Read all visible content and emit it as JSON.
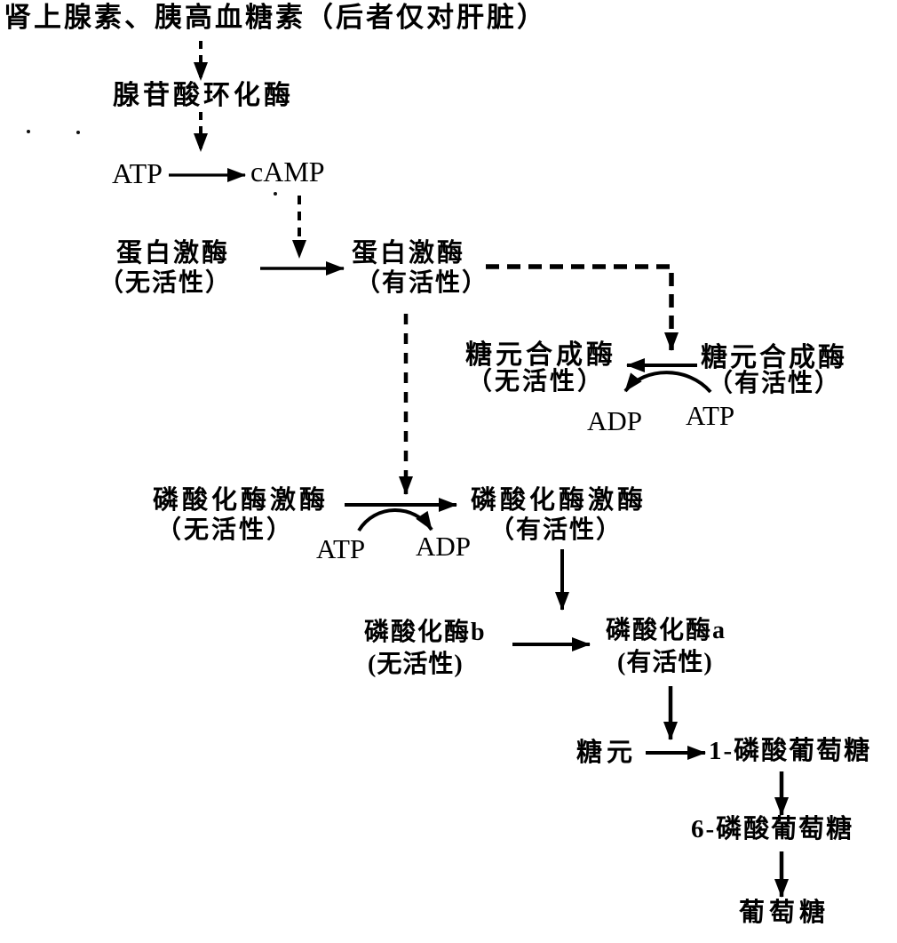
{
  "colors": {
    "ink": "#000000",
    "background": "#ffffff"
  },
  "diagram": {
    "title": "肾上腺素、胰高血糖素（后者仅对肝脏）",
    "cascade": {
      "adenylate_cyclase": "腺苷酸环化酶",
      "atp_top": "ATP",
      "camp": "cAMP",
      "protein_kinase_inactive": {
        "name": "蛋白激酶",
        "state": "（无活性）"
      },
      "protein_kinase_active": {
        "name": "蛋白激酶",
        "state": "（有活性）"
      },
      "glycogen_synthase_inactive": {
        "name": "糖元合成酶",
        "state": "（无活性）"
      },
      "glycogen_synthase_active": {
        "name": "糖元合成酶",
        "state": "（有活性）"
      },
      "gs_reaction": {
        "adp": "ADP",
        "atp": "ATP"
      },
      "phosphorylase_kinase_inactive": {
        "name": "磷酸化酶激酶",
        "state": "（无活性）"
      },
      "phosphorylase_kinase_active": {
        "name": "磷酸化酶激酶",
        "state": "（有活性）"
      },
      "phk_reaction": {
        "atp": "ATP",
        "adp": "ADP"
      },
      "phosphorylase_b": {
        "name": "磷酸化酶b",
        "state": "(无活性)"
      },
      "phosphorylase_a": {
        "name": "磷酸化酶a",
        "state": "(有活性)"
      },
      "glycogen": "糖元",
      "glucose_1_phosphate": "1-磷酸葡萄糖",
      "glucose_6_phosphate": "6-磷酸葡萄糖",
      "glucose": "葡萄糖"
    }
  }
}
